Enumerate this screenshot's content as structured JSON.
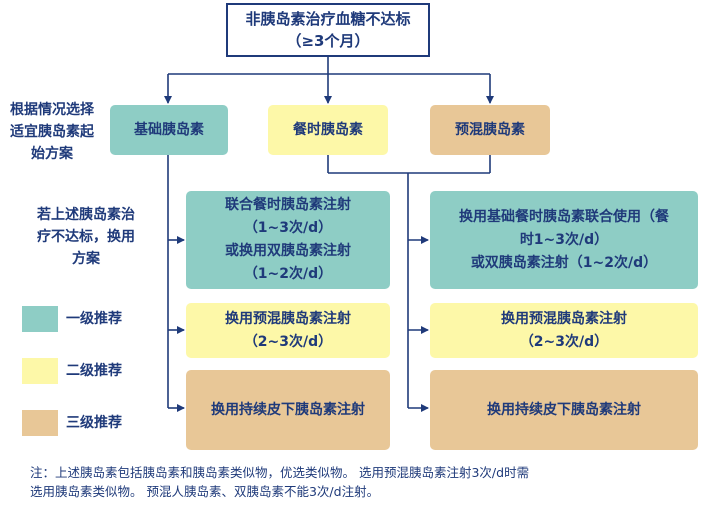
{
  "title": {
    "line1": "非胰岛素治疗血糖不达标",
    "line2": "（≥3个月）"
  },
  "left_note_top": [
    "根据情况选择",
    "适宜胰岛素起",
    "始方案"
  ],
  "left_note_mid": [
    "若上述胰岛素治",
    "疗不达标，换用",
    "方案"
  ],
  "start_options": {
    "basal": "基础胰岛素",
    "prandial": "餐时胰岛素",
    "premixed": "预混胰岛素"
  },
  "left_col": {
    "b1": [
      "联合餐时胰岛素注射",
      "（1~3次/d）",
      "或换用双胰岛素注射",
      "（1~2次/d）"
    ],
    "b2": [
      "换用预混胰岛素注射",
      "（2~3次/d）"
    ],
    "b3": [
      "换用持续皮下胰岛素注射"
    ]
  },
  "right_col": {
    "b1": [
      "换用基础餐时胰岛素联合使用（餐",
      "时1~3次/d）",
      "或双胰岛素注射（1~2次/d）"
    ],
    "b2": [
      "换用预混胰岛素注射",
      "（2~3次/d）"
    ],
    "b3": [
      "换用持续皮下胰岛素注射"
    ]
  },
  "legend": [
    {
      "label": "一级推荐",
      "color": "#8ecdc5"
    },
    {
      "label": "二级推荐",
      "color": "#fdf8a8"
    },
    {
      "label": "三级推荐",
      "color": "#e8c797"
    }
  ],
  "footnote": [
    "注：上述胰岛素包括胰岛素和胰岛素类似物，优选类似物。 选用预混胰岛素注射3次/d时需",
    "选用胰岛素类似物。 预混人胰岛素、双胰岛素不能3次/d注射。"
  ],
  "colors": {
    "line": "#1f3a7a",
    "level1": "#8ecdc5",
    "level2": "#fdf8a8",
    "level3": "#e8c797"
  }
}
